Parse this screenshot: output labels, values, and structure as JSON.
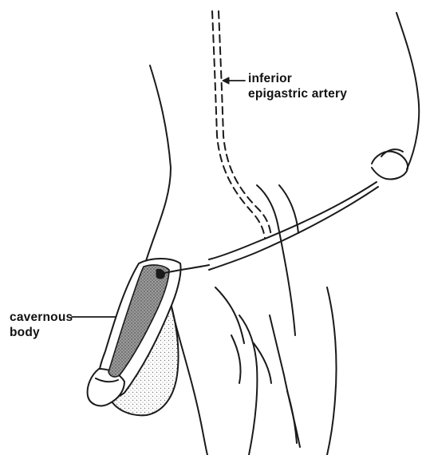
{
  "labels": {
    "artery": {
      "line1": "inferior",
      "line2": "epigastric artery"
    },
    "cavernous": {
      "line1": "cavernous",
      "line2": "body"
    }
  },
  "colors": {
    "ink": "#1a1a1a",
    "background": "#ffffff",
    "shading": "#8a8a8a"
  }
}
